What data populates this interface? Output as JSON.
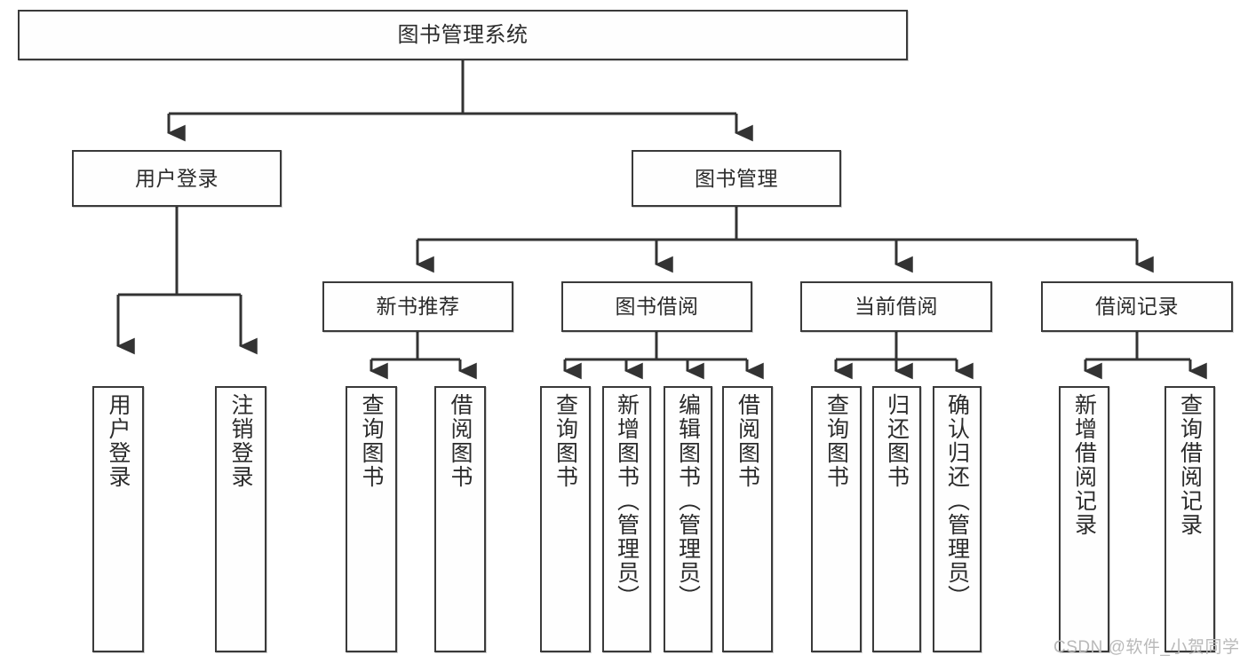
{
  "diagram": {
    "title": "图书管理系统",
    "type": "tree-hierarchy-diagram",
    "root": {
      "label": "图书管理系统"
    },
    "level2": [
      {
        "label": "用户登录"
      },
      {
        "label": "图书管理"
      }
    ],
    "level3": [
      {
        "label": "新书推荐"
      },
      {
        "label": "图书借阅"
      },
      {
        "label": "当前借阅"
      },
      {
        "label": "借阅记录"
      }
    ],
    "leaves": {
      "user_login": [
        {
          "label": "用户登录"
        },
        {
          "label": "注销登录"
        }
      ],
      "new_book_recommend": [
        {
          "label": "查询图书"
        },
        {
          "label": "借阅图书"
        }
      ],
      "book_borrow": [
        {
          "label": "查询图书"
        },
        {
          "label": "新增图书（管理员）"
        },
        {
          "label": "编辑图书（管理员）"
        },
        {
          "label": "借阅图书"
        }
      ],
      "current_borrow": [
        {
          "label": "查询图书"
        },
        {
          "label": "归还图书"
        },
        {
          "label": "确认归还（管理员）"
        }
      ],
      "borrow_record": [
        {
          "label": "新增借阅记录"
        },
        {
          "label": "查询借阅记录"
        }
      ]
    }
  },
  "watermark": {
    "text": "CSDN @软件_小贺同学"
  },
  "colors": {
    "box_border": "#3a3a3a",
    "box_fill": "#fefefe",
    "connector": "#333333",
    "text": "#2b2b2b",
    "watermark": "#b9b9b9",
    "background": "#ffffff"
  }
}
